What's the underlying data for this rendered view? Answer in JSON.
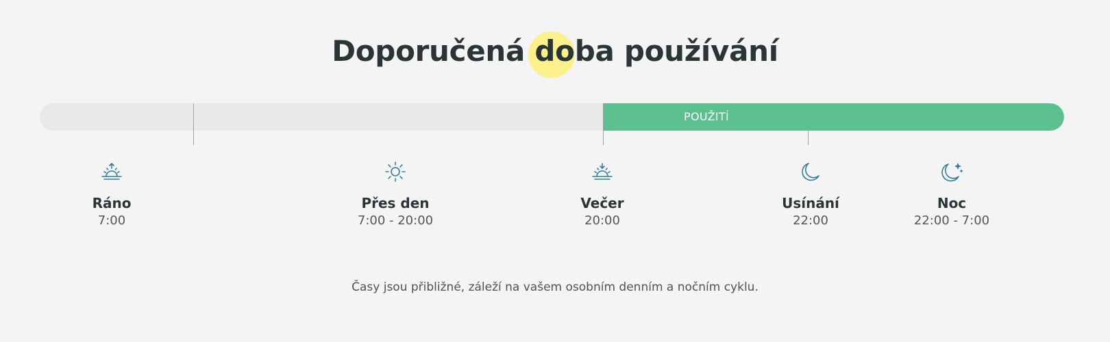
{
  "header": {
    "title": "Doporučená doba používání"
  },
  "timeline": {
    "usage_label": "POUŽITÍ",
    "usage_color": "#5cbf8e",
    "track_color": "#e8e9e8"
  },
  "markers": [
    {
      "icon": "sunrise-icon",
      "label": "Ráno",
      "time": "7:00"
    },
    {
      "icon": "sun-icon",
      "label": "Přes den",
      "time": "7:00 - 20:00"
    },
    {
      "icon": "sunset-icon",
      "label": "Večer",
      "time": "20:00"
    },
    {
      "icon": "moon-icon",
      "label": "Usínání",
      "time": "22:00"
    },
    {
      "icon": "moon-stars-icon",
      "label": "Noc",
      "time": "22:00 - 7:00"
    }
  ],
  "footnote": "Časy jsou přibližné, záleží na vašem osobním denním a nočním cyklu.",
  "colors": {
    "icon": "#2e7f9a",
    "highlight": "#fbf08a",
    "background": "#f4f4f4"
  }
}
